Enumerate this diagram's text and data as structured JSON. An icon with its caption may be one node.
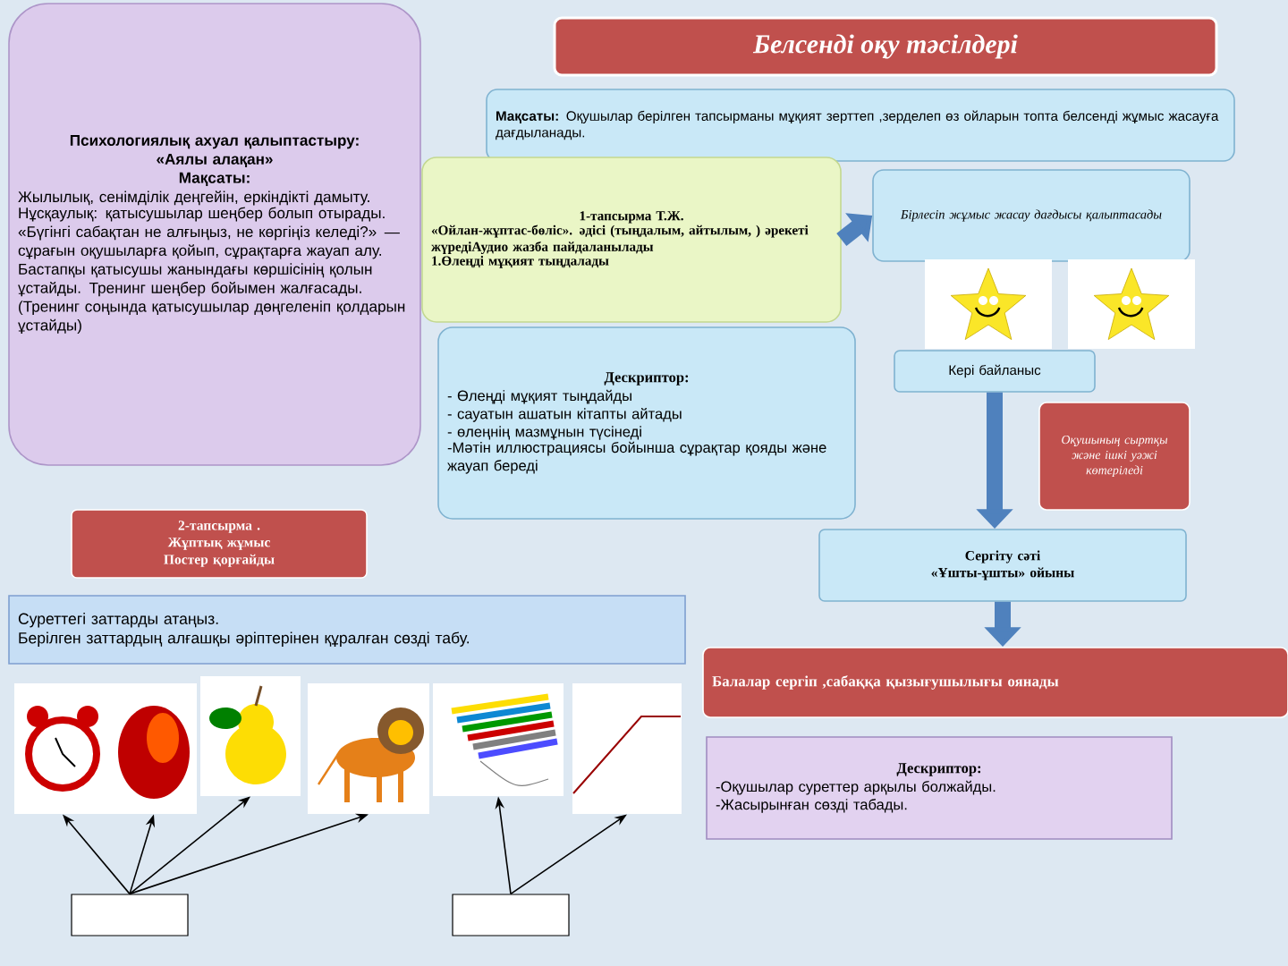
{
  "diagram": {
    "title": "Белсенді оқу тәсілдері",
    "nodes": [
      {
        "text": [
          "Психологиялық ахуал қалыптастыру:",
          "«Аялы алақан»",
          "Мақсаты:",
          "Жылылық, сенімділік деңгейін, еркіндікті дамыту.",
          "Нұсқаулық: қатысушылар шеңбер болып отырады. «Бүгінгі сабақтан не алғыңыз, не көргіңіз келеді?» — сұрағын оқушыларға қойып, сұрақтарға жауап алу. Бастапқы қатысушы жанындағы көршісінің қолын ұстайды. Тренинг шеңбер бойымен жалғасады. (Тренинг соңында қатысушылар дөңгеленіп қолдарын ұстайды)"
        ]
      },
      {
        "text": [
          "**Мақсаты:** Оқушылар берілген тапсырманы мұқият зерттеп ,зерделеп өз ойларын топта белсенді жұмыс жасауға дағдыланады."
        ]
      },
      {
        "text": [
          "1-тапсырма Т.Ж.",
          "«Ойлан-жұптас-бөліс». әдісі (тыңдалым, айтылым, ) әрекеті жүредіАудио жазба пайдаланылады",
          "1.Өлеңді мұқият тыңдалады"
        ]
      },
      {
        "text": [
          "Бірлесіп жұмыс жасау дағдысы қалыптасады"
        ]
      },
      {
        "text": [],
        "shape": "picture"
      },
      {
        "text": [],
        "shape": "picture"
      },
      {
        "text": [
          "Кері байланыс"
        ]
      },
      {
        "text": [
          "Дескриптор:",
          "- Өлеңді мұқият тыңдайды",
          "- сауатын ашатын кітапты айтады",
          "- өлеңнің мазмұнын түсінеді",
          "-Мәтін иллюстрациясы бойынша сұрақтар қояды және жауап береді"
        ]
      },
      {
        "text": [
          "Оқушының сыртқы және ішкі уәжі көтеріледі"
        ]
      },
      {
        "text": [
          "Сергіту сәті",
          "«Ұшты-ұшты» ойыны"
        ]
      },
      {
        "text": [
          "Балалар сергіп ,сабаққа қызығушылығы оянады"
        ]
      },
      {
        "text": [
          "Дескриптор:",
          "-Оқушылар суреттер арқылы болжайды.",
          "-Жасырынған сөзді табады."
        ]
      },
      {
        "text": [
          "2-тапсырма .",
          "Жұптық жұмыс",
          "Постер қорғайды"
        ]
      },
      {
        "text": [
          "Суреттегі заттарды атаңыз.",
          "Берілген заттардың алғашқы әріптерінен құралған сөзді табу."
        ]
      },
      {
        "text": [],
        "shape": "picture"
      },
      {
        "text": [],
        "shape": "picture"
      },
      {
        "text": [],
        "shape": "picture"
      },
      {
        "text": [],
        "shape": "picture"
      },
      {
        "text": [],
        "shape": "picture"
      },
      {
        "text": [],
        "shape": "picture"
      },
      {
        "text": [],
        "shape": "box"
      },
      {
        "text": [],
        "shape": "box"
      }
    ],
    "edges": [
      {
        "from": 2,
        "to": 3,
        "arrow": "to",
        "style": "thick",
        "color": "#4f81bd"
      },
      {
        "from": 6,
        "to": 9,
        "arrow": "to",
        "style": "thick",
        "color": "#4f81bd"
      },
      {
        "from": 9,
        "to": 10,
        "arrow": "to",
        "style": "thick",
        "color": "#4f81bd"
      },
      {
        "from": 20,
        "to": 14,
        "arrow": "to"
      },
      {
        "from": 20,
        "to": 15,
        "arrow": "to"
      },
      {
        "from": 20,
        "to": 16,
        "arrow": "to"
      },
      {
        "from": 20,
        "to": 17,
        "arrow": "to"
      },
      {
        "from": 21,
        "to": 18,
        "arrow": "to"
      },
      {
        "from": 21,
        "to": 19,
        "arrow": "to"
      }
    ]
  }
}
